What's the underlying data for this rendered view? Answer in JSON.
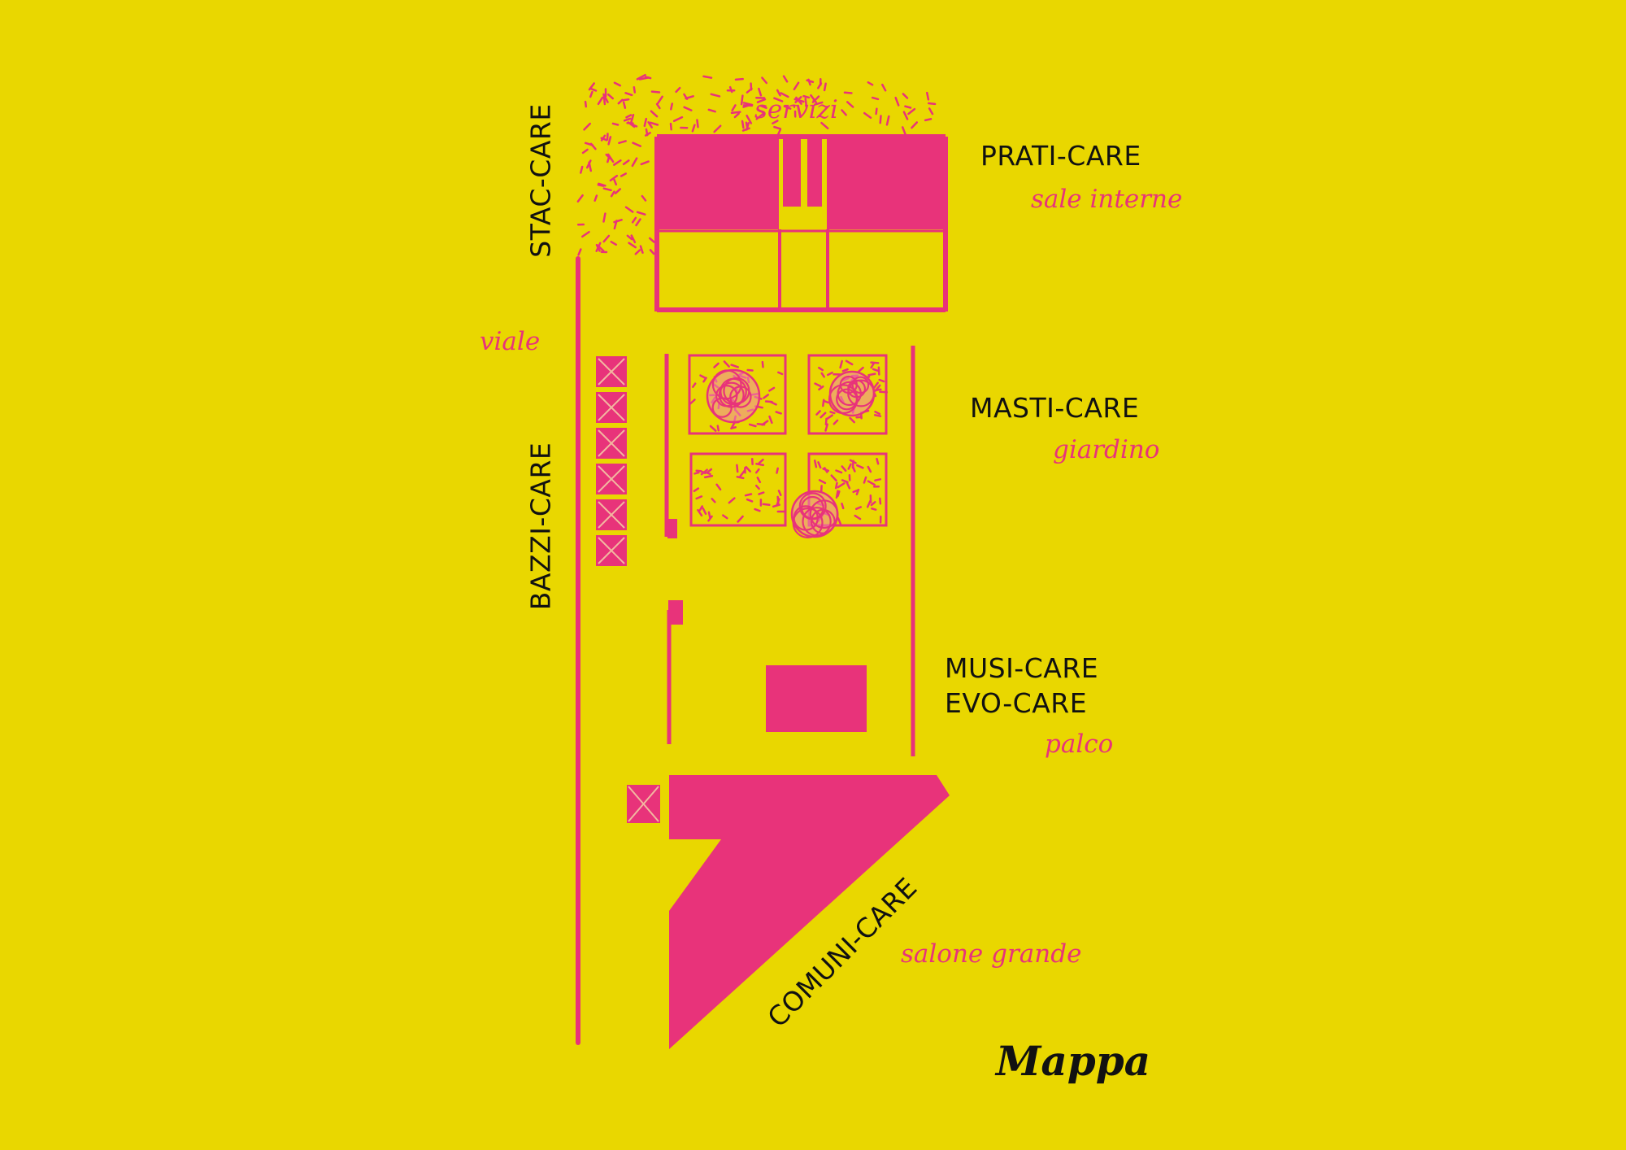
{
  "colors": {
    "background": "#e9d700",
    "magenta": "#e8337a",
    "text": "#111111"
  },
  "map": {
    "title": "Mappa",
    "zones": {
      "stac_care": "STAC-CARE",
      "bazzi_care": "BAZZI-CARE",
      "prati_care": "PRATI-CARE",
      "masti_care": "MASTI-CARE",
      "musi_care": "MUSI-CARE",
      "evo_care": "EVO-CARE",
      "comuni_care": "COMUNI-CARE"
    },
    "areas": {
      "servizi": "servizi",
      "sale_interne": "sale interne",
      "viale": "viale",
      "giardino": "giardino",
      "palco": "palco",
      "salone_grande": "salone grande"
    }
  }
}
